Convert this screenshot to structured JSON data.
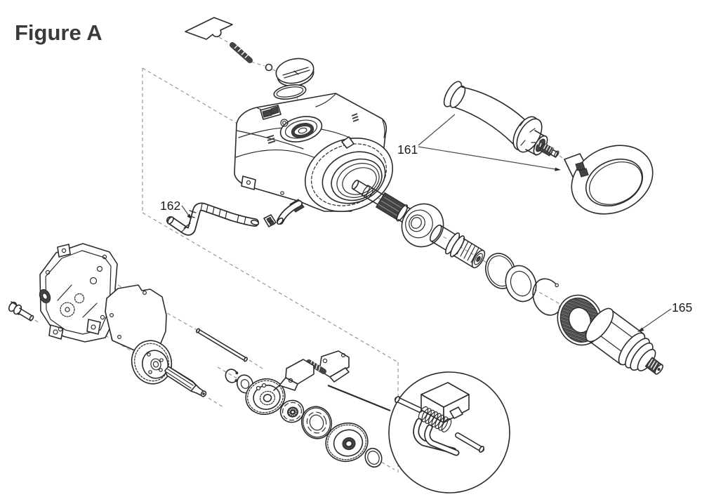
{
  "figure": {
    "title": "Figure A"
  },
  "diagram": {
    "type": "exploded-parts-diagram",
    "labels": {
      "l161": {
        "text": "161",
        "target": "side-handle-assembly"
      },
      "l162": {
        "text": "162",
        "target": "hose"
      },
      "l165": {
        "text": "165",
        "target": "coupling-adapter"
      }
    },
    "colors": {
      "background": "#ffffff",
      "line": "#2b2b2b",
      "dashed_line": "#8f8f8f",
      "dark_fill": "#434343",
      "title_text": "#3a3a3a",
      "label_text": "#1a1a1a"
    }
  }
}
